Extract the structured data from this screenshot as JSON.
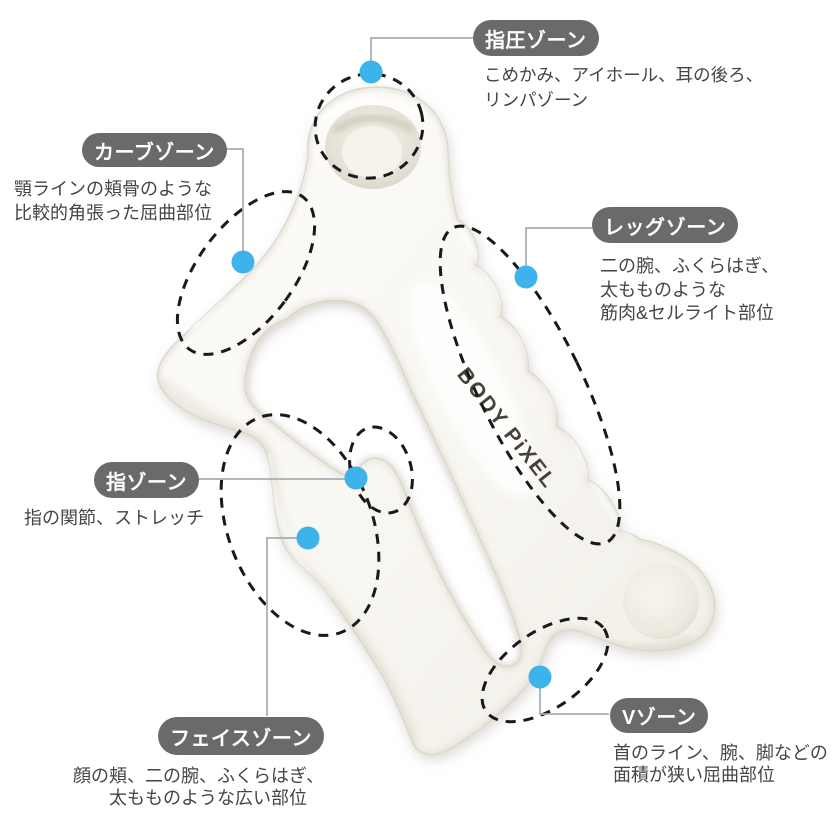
{
  "brand_text": "BODY PiXEL",
  "colors": {
    "pill_bg": "#6a6a6a",
    "pill_text": "#ffffff",
    "desc_text": "#454545",
    "dot": "#3cb3ea",
    "connector": "#a5adb5",
    "dash": "#191919",
    "brand": "#45413c"
  },
  "zones": [
    {
      "label": "指圧ゾーン",
      "desc": "こめかみ、アイホール、耳の後ろ、\nリンパゾーン"
    },
    {
      "label": "カーブゾーン",
      "desc": "顎ラインの頬骨のような\n比較的角張った屈曲部位"
    },
    {
      "label": "レッグゾーン",
      "desc": "二の腕、ふくらはぎ、\n太もものような\n筋肉&セルライト部位"
    },
    {
      "label": "指ゾーン",
      "desc": "指の関節、ストレッチ"
    },
    {
      "label": "フェイスゾーン",
      "desc": "顔の頬、二の腕、ふくらはぎ、\n　　太もものような広い部位"
    },
    {
      "label": "Vゾーン",
      "desc": "首のライン、腕、脚などの\n面積が狭い屈曲部位"
    }
  ]
}
